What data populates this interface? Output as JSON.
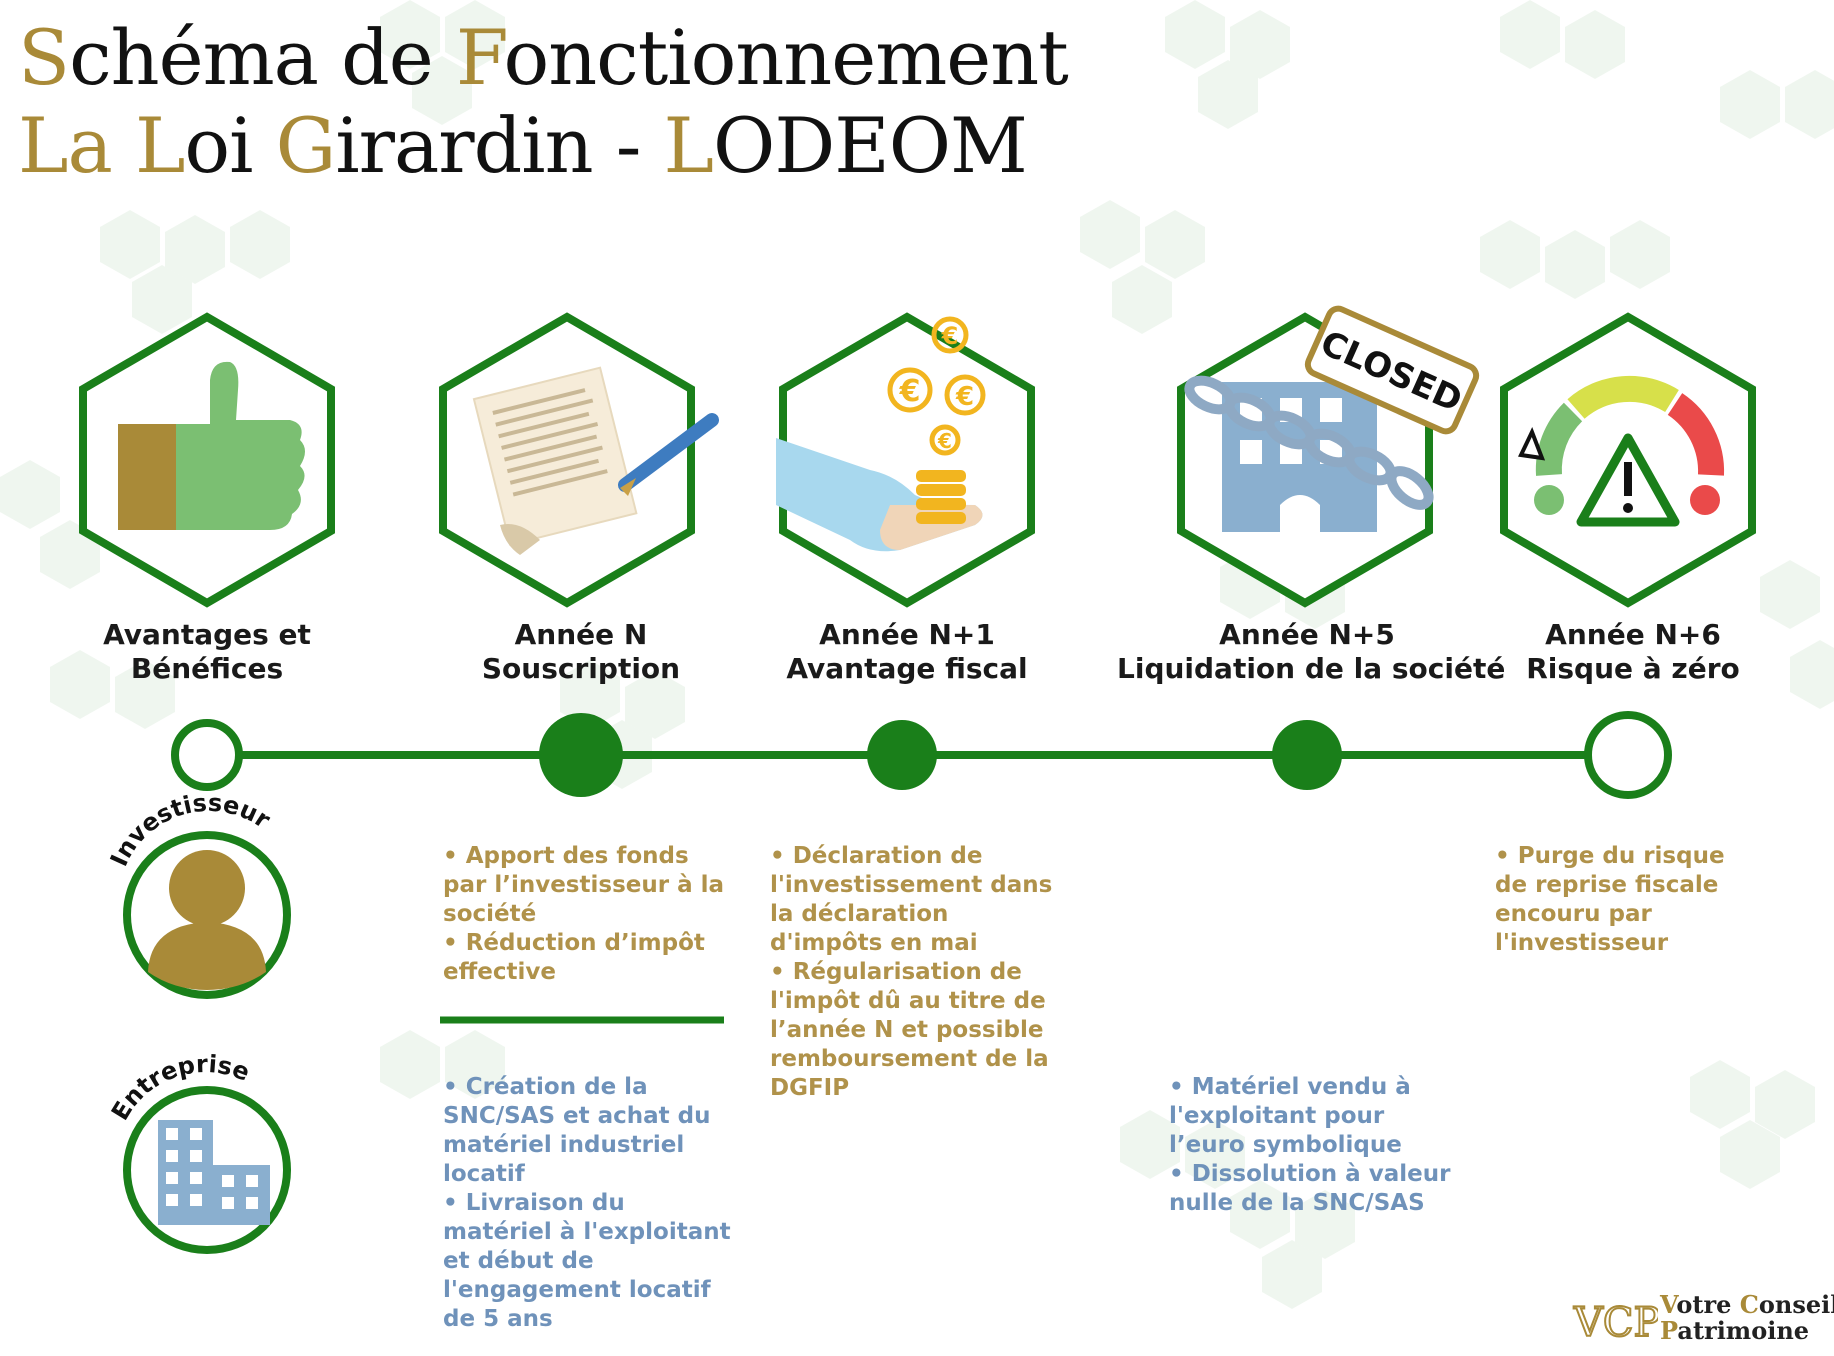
{
  "title": {
    "line1": [
      {
        "text": "S",
        "accent": true
      },
      {
        "text": "chéma de ",
        "accent": false
      },
      {
        "text": "F",
        "accent": true
      },
      {
        "text": "onctionnement",
        "accent": false
      }
    ],
    "line2": [
      {
        "text": "La ",
        "accent": true
      },
      {
        "text": "L",
        "accent": true
      },
      {
        "text": "oi ",
        "accent": false
      },
      {
        "text": "G",
        "accent": true
      },
      {
        "text": "irardin - ",
        "accent": false
      },
      {
        "text": "L",
        "accent": true
      },
      {
        "text": "ODEOM",
        "accent": false
      }
    ]
  },
  "phases": [
    {
      "line1": "Avantages et",
      "line2": "Bénéfices",
      "icon": "thumbs-up-icon"
    },
    {
      "line1": "Année N",
      "line2": "Souscription",
      "icon": "contract-signing-icon"
    },
    {
      "line1": "Année N+1",
      "line2": "Avantage fiscal",
      "icon": "euro-coins-hand-icon"
    },
    {
      "line1": "Année N+5",
      "line2": "Liquidation de la société",
      "icon": "closed-building-icon"
    },
    {
      "line1": "Année N+6",
      "line2": "Risque à zéro",
      "icon": "risk-gauge-icon"
    }
  ],
  "closed_sign": "CLOSED",
  "roles": {
    "investor": "Investisseur",
    "company": "Entreprise"
  },
  "investor_notes": {
    "annee_n": [
      "• Apport des fonds par l’investisseur à la société",
      "• Réduction d’impôt effective"
    ],
    "annee_n1": [
      "• Déclaration de l'investissement dans la déclaration d'impôts en mai",
      "• Régularisation de l'impôt dû au titre de l’année N et possible remboursement de la DGFIP"
    ],
    "annee_n6": [
      "• Purge du risque de reprise fiscale encouru par l'investisseur"
    ]
  },
  "company_notes": {
    "annee_n": [
      "• Création de la SNC/SAS et achat du matériel industriel locatif",
      "• Livraison du matériel à l'exploitant et début de l'engagement locatif de 5 ans"
    ],
    "annee_n5": [
      "• Matériel vendu à l'exploitant pour l’euro symbolique",
      "• Dissolution à valeur nulle de la SNC/SAS"
    ]
  },
  "logo": {
    "monogram": "VCP",
    "line1_initial": "V",
    "line1_rest": "otre ",
    "line1b_initial": "C",
    "line1b_rest": "onseil",
    "line2_initial": "P",
    "line2_rest": "atrimoine"
  },
  "colors": {
    "green": "#1a7f1a",
    "gold": "#a98a38",
    "text_gold": "#b0924a",
    "text_blue": "#6f92ba",
    "light_green_hex": "#eef5ee"
  }
}
